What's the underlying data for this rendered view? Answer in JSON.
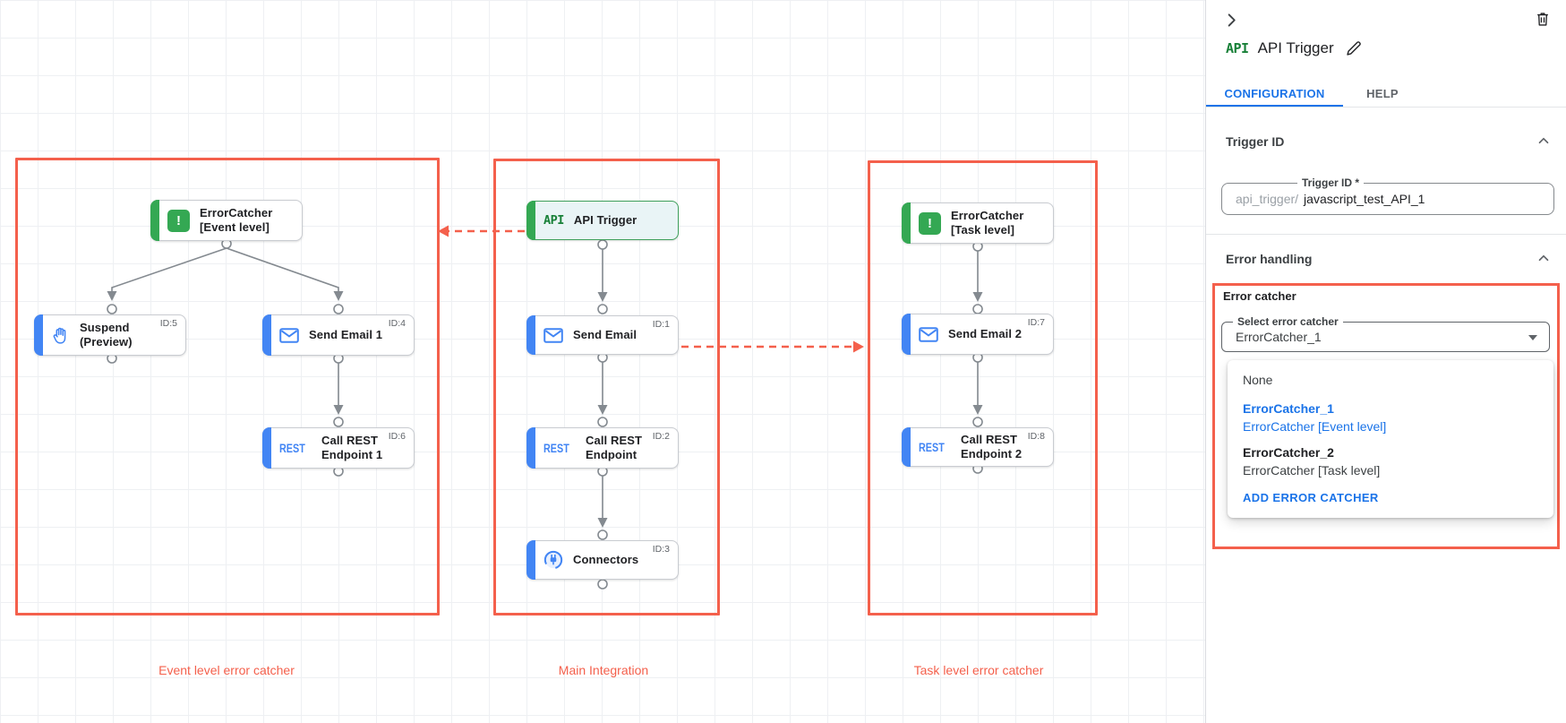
{
  "colors": {
    "accent_blue": "#4285f4",
    "accent_green": "#34a853",
    "link_blue": "#1a73e8",
    "annotation_red": "#f4604c",
    "error_dot_red": "#d50000",
    "edge_gray": "#848a90"
  },
  "canvas": {
    "group_labels": {
      "event": "Event level error catcher",
      "main": "Main Integration",
      "task": "Task level error catcher"
    },
    "logos": {
      "api": "API",
      "rest": "REST"
    },
    "nodes": {
      "ec_event": {
        "line1": "ErrorCatcher",
        "line2": "[Event level]"
      },
      "suspend": {
        "line1": "Suspend",
        "line2": "(Preview)",
        "id": "ID:5"
      },
      "send_email_1": {
        "line1": "Send Email 1",
        "id": "ID:4"
      },
      "call_rest_1": {
        "line1": "Call REST",
        "line2": "Endpoint 1",
        "id": "ID:6"
      },
      "api_trigger": {
        "line1": "API Trigger"
      },
      "send_email": {
        "line1": "Send Email",
        "id": "ID:1"
      },
      "call_rest": {
        "line1": "Call REST",
        "line2": "Endpoint",
        "id": "ID:2"
      },
      "connectors": {
        "line1": "Connectors",
        "id": "ID:3"
      },
      "ec_task": {
        "line1": "ErrorCatcher",
        "line2": "[Task level]"
      },
      "send_email_2": {
        "line1": "Send Email 2",
        "id": "ID:7"
      },
      "call_rest_2": {
        "line1": "Call REST",
        "line2": "Endpoint 2",
        "id": "ID:8"
      }
    }
  },
  "panel": {
    "api_logo": "API",
    "title": "API Trigger",
    "tabs": {
      "configuration": "CONFIGURATION",
      "help": "HELP"
    },
    "trigger_id_section": {
      "heading": "Trigger ID",
      "field_label": "Trigger ID *",
      "prefix": "api_trigger/",
      "value": "javascript_test_API_1"
    },
    "error_handling_section": {
      "heading": "Error handling",
      "error_catcher_label": "Error catcher",
      "select_label": "Select error catcher",
      "select_value": "ErrorCatcher_1",
      "menu": {
        "none": "None",
        "opt1_title": "ErrorCatcher_1",
        "opt1_subtitle": "ErrorCatcher [Event level]",
        "opt2_title": "ErrorCatcher_2",
        "opt2_subtitle": "ErrorCatcher [Task level]",
        "add_button": "ADD ERROR CATCHER"
      }
    }
  }
}
